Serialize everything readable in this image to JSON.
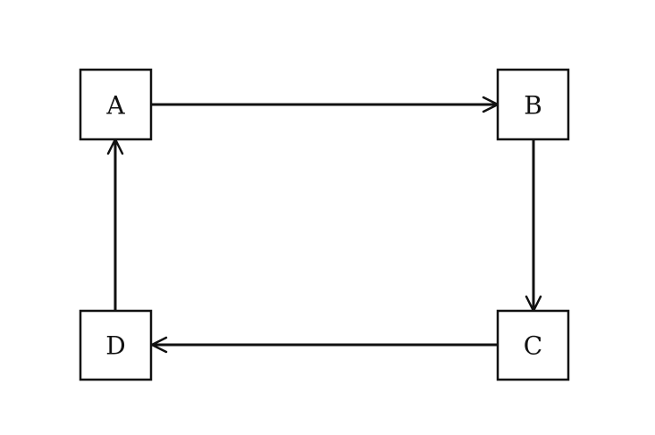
{
  "diagram": {
    "type": "directed-cycle",
    "nodes": [
      {
        "id": "A",
        "label": "A"
      },
      {
        "id": "B",
        "label": "B"
      },
      {
        "id": "C",
        "label": "C"
      },
      {
        "id": "D",
        "label": "D"
      }
    ],
    "edges": [
      {
        "from": "A",
        "to": "B"
      },
      {
        "from": "B",
        "to": "C"
      },
      {
        "from": "C",
        "to": "D"
      },
      {
        "from": "D",
        "to": "A"
      }
    ],
    "colors": {
      "stroke": "#111111",
      "fill": "#ffffff"
    }
  }
}
